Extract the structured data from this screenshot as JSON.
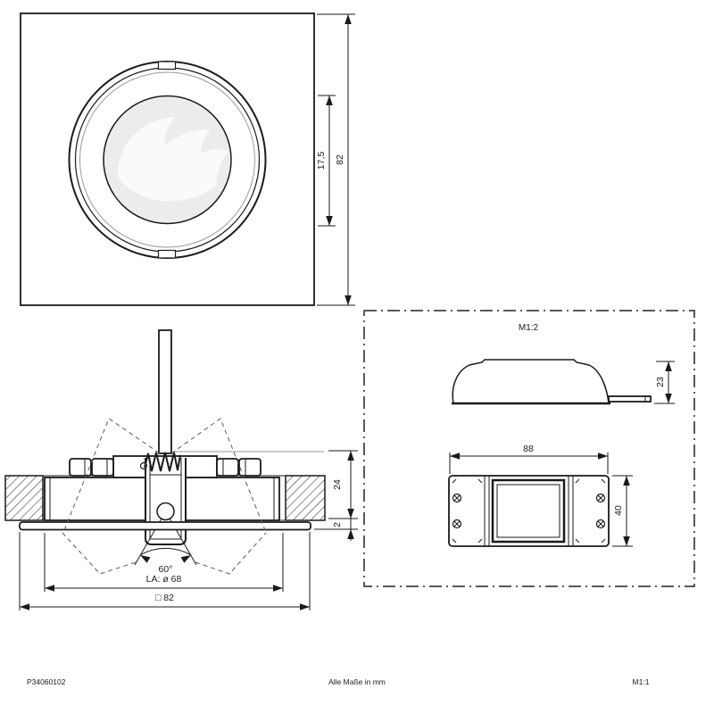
{
  "front_view": {
    "dim_width_label": "82",
    "dim_inner_label": "17,5"
  },
  "section_view": {
    "dim_depth_label": "24",
    "dim_trim_label": "2",
    "angle_label": "60°",
    "cutout_label": "LA: ø 68",
    "outer_label": "□ 82"
  },
  "driver_panel": {
    "scale_label": "M1:2",
    "dim_height_label": "23",
    "dim_length_label": "88",
    "dim_width_label": "40"
  },
  "footer": {
    "article_number": "P34060102",
    "units_note": "Alle Maße in mm",
    "scale": "M1:1"
  }
}
